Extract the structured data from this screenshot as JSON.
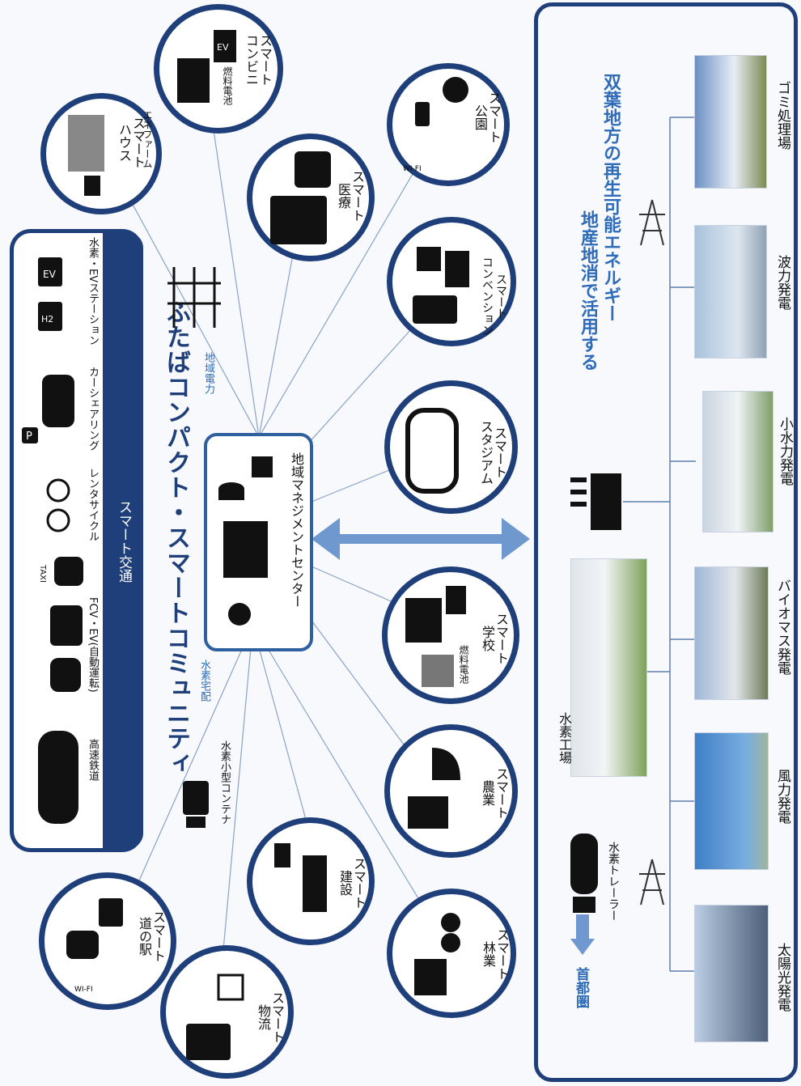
{
  "title": "ふたばコンパクト・スマートコミュニティ",
  "transport": {
    "section_label": "スマート交通",
    "items": [
      "高速鉄道",
      "FCV・EV(自動運転)",
      "TAXI",
      "レンタサイクル",
      "カーシェアリング",
      "水素・EVステーション"
    ]
  },
  "center": {
    "label": "地域マネジメントセンター"
  },
  "links": {
    "power": "地域電力",
    "hydrogen_delivery": "水素宅配",
    "container": "水素小型コンテナ"
  },
  "circles": [
    {
      "key": "house",
      "text": "スマート\nハウス",
      "sub": "エネファーム"
    },
    {
      "key": "konbini",
      "text": "スマート\nコンビニ",
      "sub": "燃料電池"
    },
    {
      "key": "medical",
      "text": "スマート\n医療"
    },
    {
      "key": "park",
      "text": "スマート\n公園"
    },
    {
      "key": "convention",
      "text": "スマート\nコンベンション"
    },
    {
      "key": "stadium",
      "text": "スマート\nスタジアム"
    },
    {
      "key": "school",
      "text": "スマート\n学校",
      "sub": "燃料電池"
    },
    {
      "key": "farm",
      "text": "スマート\n農業"
    },
    {
      "key": "forest",
      "text": "スマート\n林業"
    },
    {
      "key": "construction",
      "text": "スマート\n建設"
    },
    {
      "key": "logistics",
      "text": "スマート\n物流"
    },
    {
      "key": "michinoeki",
      "text": "スマート\n道の駅"
    }
  ],
  "wifi_label": "WI-FI",
  "energy": {
    "title_line1": "地産地消で活用する",
    "title_line2": "双葉地方の再生可能エネルギー",
    "sources": [
      "ゴミ処理場",
      "波力発電",
      "小水力発電",
      "バイオマス発電",
      "風力発電",
      "太陽光発電"
    ],
    "factory": "水素工場",
    "trailer": "水素トレーラー",
    "capital": "首都圏"
  },
  "colors": {
    "navy": "#1f3f7a",
    "accent": "#2e6bb8",
    "arrow": "#6f98cf"
  }
}
